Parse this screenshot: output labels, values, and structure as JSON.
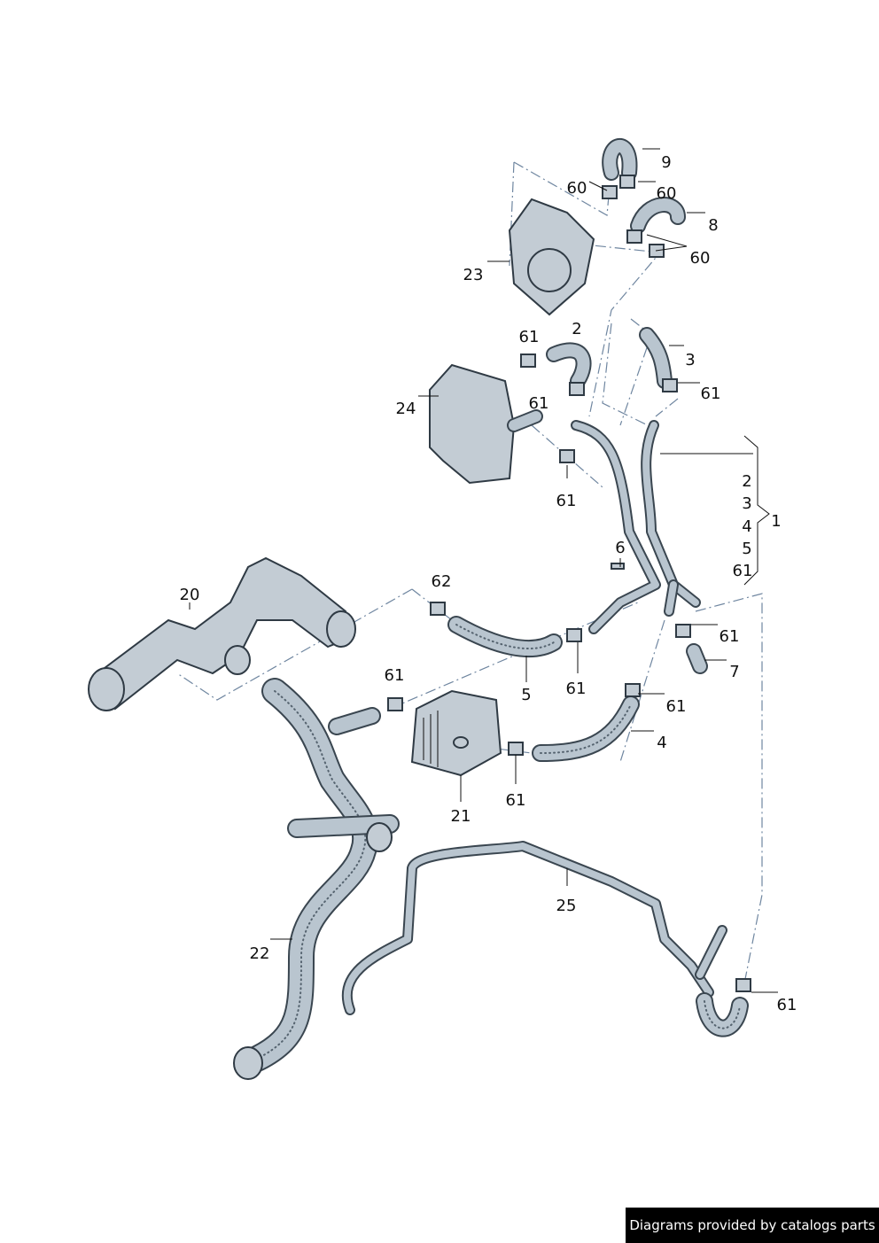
{
  "diagram": {
    "callouts": [
      "9",
      "60",
      "60",
      "8",
      "60",
      "23",
      "61",
      "2",
      "3",
      "61",
      "24",
      "61",
      "61",
      "2",
      "3",
      "4",
      "5",
      "61",
      "1",
      "6",
      "20",
      "62",
      "61",
      "7",
      "61",
      "5",
      "61",
      "61",
      "4",
      "21",
      "61",
      "25",
      "22",
      "61"
    ]
  },
  "footer": {
    "text": "Diagrams provided by catalogs parts"
  }
}
